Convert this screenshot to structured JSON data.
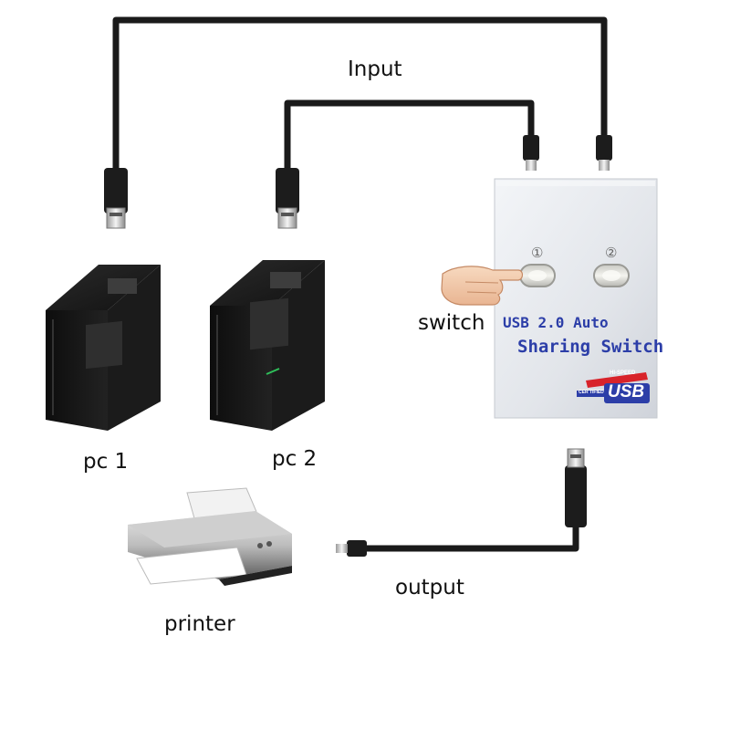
{
  "labels": {
    "input": "Input",
    "switch": "switch",
    "pc1": "pc 1",
    "pc2": "pc 2",
    "printer": "printer",
    "output": "output"
  },
  "switch_box": {
    "port1": "①",
    "port2": "②",
    "line1": "USB 2.0 Auto",
    "line2": "Sharing Switch",
    "logo_top": "HI-SPEED",
    "logo_main": "USB",
    "logo_small": "CER TIFIED"
  },
  "colors": {
    "cable": "#1a1a1a",
    "switch_body": "#e3e6ec",
    "switch_text": "#2c3ea8",
    "logo_red": "#d8232a",
    "pc_body": "#151515"
  },
  "icons": [
    "pc-icon",
    "printer-icon",
    "hand-pointer-icon",
    "usb-plug-icon",
    "usb-switch-icon"
  ]
}
